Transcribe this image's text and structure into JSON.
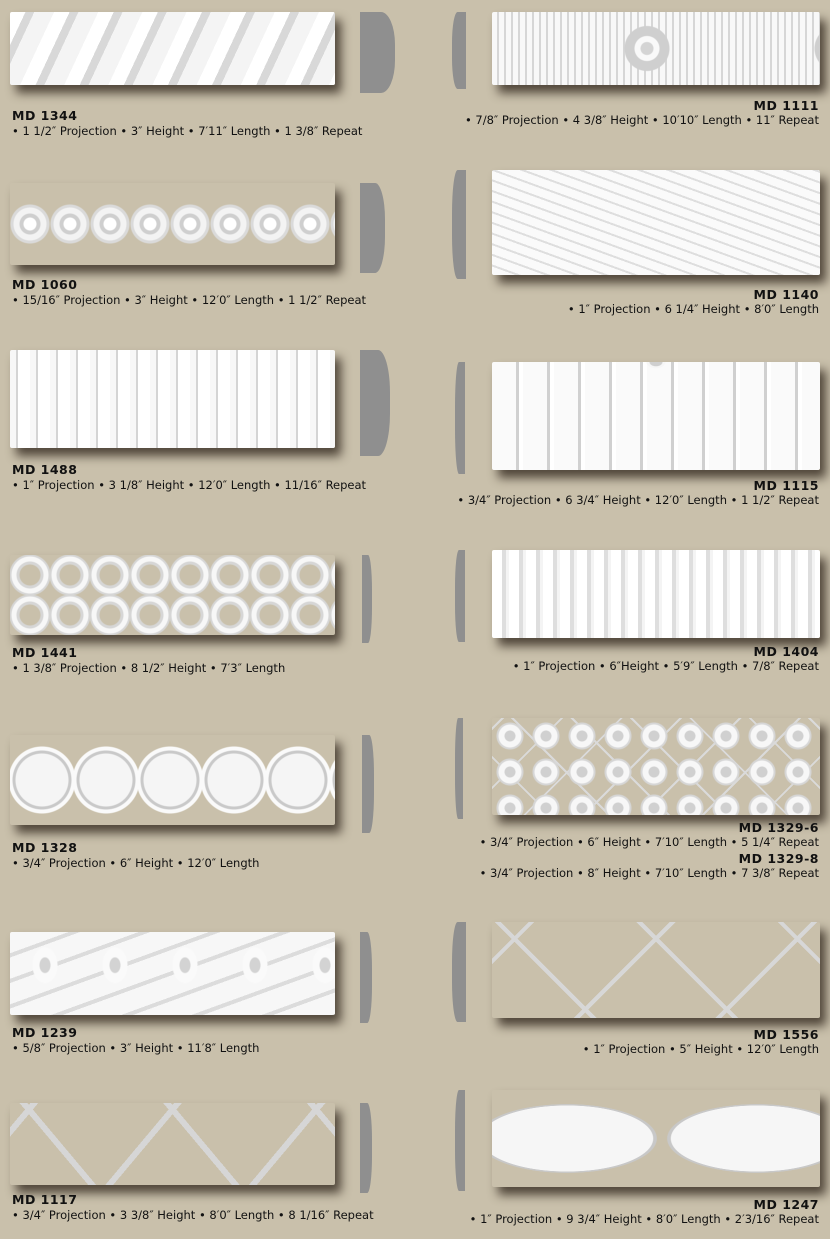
{
  "colors": {
    "background": "#c9c0ab",
    "profile": "#8f8f8f",
    "molding": "#f2f2f2"
  },
  "left": [
    {
      "model": "MD 1344",
      "spec": "• 1 1/2″ Projection • 3″ Height • 7′11″ Length • 1 3/8″ Repeat"
    },
    {
      "model": "MD 1060",
      "spec": "• 15/16″ Projection • 3″ Height • 12′0″ Length • 1 1/2″ Repeat"
    },
    {
      "model": "MD 1488",
      "spec": "• 1″ Projection • 3 1/8″ Height • 12′0″ Length  • 11/16″ Repeat"
    },
    {
      "model": "MD 1441",
      "spec": "• 1 3/8″ Projection • 8 1/2″ Height • 7′3″ Length"
    },
    {
      "model": "MD 1328",
      "spec": "• 3/4″ Projection •  6″ Height • 12′0″ Length"
    },
    {
      "model": "MD 1239",
      "spec": "• 5/8″ Projection •  3″ Height • 11′8″ Length"
    },
    {
      "model": "MD 1117",
      "spec": "• 3/4″ Projection • 3 3/8″ Height • 8′0″ Length • 8 1/16″ Repeat"
    }
  ],
  "right": [
    {
      "model": "MD 1111",
      "spec": "• 7/8″ Projection • 4 3/8″ Height • 10′10″ Length • 11″ Repeat"
    },
    {
      "model": "MD 1140",
      "spec": "• 1″ Projection • 6 1/4″ Height • 8′0″ Length"
    },
    {
      "model": "MD 1115",
      "spec": "• 3/4″ Projection • 6 3/4″ Height • 12′0″ Length • 1 1/2″ Repeat"
    },
    {
      "model": "MD 1404",
      "spec": "• 1″ Projection • 6″Height • 5′9″ Length • 7/8″ Repeat"
    },
    {
      "model": "MD 1329-6",
      "spec": "• 3/4″ Projection •  6″ Height • 7′10″ Length • 5 1/4″ Repeat",
      "model2": "MD 1329-8",
      "spec2": "• 3/4″ Projection •  8″ Height • 7′10″ Length  • 7 3/8″ Repeat"
    },
    {
      "model": "MD 1556",
      "spec": "• 1″ Projection • 5″ Height • 12′0″ Length"
    },
    {
      "model": "MD 1247",
      "spec": "• 1″ Projection • 9 3/4″ Height • 8′0″ Length  • 2′3/16″ Repeat"
    }
  ]
}
